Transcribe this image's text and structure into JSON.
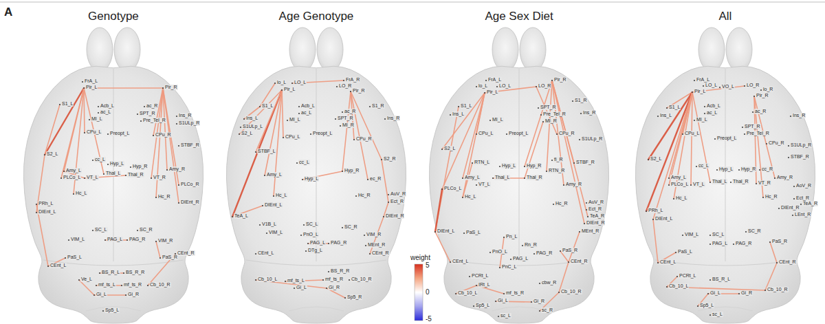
{
  "diagram": {
    "labels": [
      "A",
      "Genotype",
      "Age Genotype",
      "Age Sex Diet",
      "All",
      "FrA_L",
      "Pir_L",
      "Pir_R",
      "S1_L",
      "Acb_L",
      "ac_L",
      "MI_L",
      "ac_R",
      "SPT_R",
      "Pre_Tel_R",
      "Ins_R",
      "S1ULp_R",
      "CPu_L",
      "Preopt_L",
      "CPu_R",
      "S2_L",
      "cc_L",
      "Hyp_L",
      "Hyp_R",
      "Amy_L",
      "PLCo_L",
      "VT_L",
      "Thal_L",
      "Thal_R",
      "VT_R",
      "Amy_R",
      "STBF_R",
      "PLCo_R",
      "Hc_L",
      "Hc_R",
      "DIEnt_R",
      "PRh_L",
      "DIEnt_L",
      "SC_L",
      "SC_R",
      "VIM_L",
      "PAG_L",
      "PAG_R",
      "VIM_R",
      "PaS_L",
      "PaS_R",
      "CEnt_L",
      "CEnt_R",
      "BS_R_L",
      "BS_R_R",
      "Ve_L",
      "mf_ts_L",
      "mf_ts_R",
      "Cb_10_R",
      "Gi_L",
      "Gi_R",
      "Sp5_L",
      "lo_L",
      "LO_L",
      "FrA_R",
      "LO_R",
      "Pir_L",
      "Pir_R",
      "S1_L",
      "Acb_L",
      "ac_L",
      "MI_L",
      "ac_R",
      "SPT_R",
      "MI_R",
      "S1_R",
      "Ins_R",
      "Ins_L",
      "S1ULp_L",
      "S2_L",
      "CPu_L",
      "Preopt_L",
      "CPu_R",
      "STBF_L",
      "cc_L",
      "Hyp_R",
      "S2_R",
      "Amy_L",
      "Hyp_L",
      "ec_R",
      "Hc_L",
      "Hc_R",
      "AuV_R",
      "Ect_R",
      "DIEnt_L",
      "TeA_L",
      "DIEnt_R",
      "V1B_L",
      "SC_L",
      "SC_R",
      "VIM_R",
      "VIM_L",
      "PnO_L",
      "PAG_L",
      "PAG_R",
      "MEnt_R",
      "DTg_L",
      "CEnt_L",
      "CEnt_R",
      "BS_R_R",
      "Cb_10_L",
      "mf_ts_L",
      "mf_ts_R",
      "Cb_10_R",
      "Gi_L",
      "Gi_R",
      "Sp5_R",
      "FrA_L",
      "lo_L",
      "LO_L",
      "Pir_R",
      "LO_R",
      "Pir_L",
      "S1_R",
      "S1_L",
      "SPT_R",
      "Ins_L",
      "Ins_R",
      "Pre_Tel_R",
      "MI_L",
      "MI_R",
      "CPu_L",
      "Preopt_L",
      "CPu_R",
      "S1ULp_R",
      "S2_L",
      "fi_R",
      "RTN_L",
      "STBF_R",
      "Hyp_L",
      "Hyp_R",
      "RTN_R",
      "Amy_L",
      "Thal_L",
      "Thal_R",
      "VT_L",
      "Amy_R",
      "PLCo_L",
      "Hc_L",
      "Hc_R",
      "AuV_R",
      "Ect_R",
      "TeA_R",
      "DIEnt_R",
      "MEnt_R",
      "DIEnt_L",
      "PaS_L",
      "Pn_L",
      "Rn_R",
      "PaS_R",
      "PnO_L",
      "PAG_R",
      "PAG_L",
      "CEnt_L",
      "CEnt_R",
      "PnC_L",
      "PCRt_L",
      "cbw_R",
      "IRt_L",
      "Cb_10_R",
      "Cb_10_L",
      "mf_ts_R",
      "Gi_L",
      "Gi_R",
      "Sp5_L",
      "sc_R",
      "sc_L",
      "FrA_L",
      "LO_L",
      "VO_L",
      "LO_R",
      "lo_R",
      "Pir_L",
      "Pir_R",
      "S1_L",
      "Acb_L",
      "ac_L",
      "ac_R",
      "Ins_L",
      "MI_L",
      "Ins_R",
      "SPT_R",
      "Pre_Tel_R",
      "CPu_L",
      "Preopt_L",
      "CPu_R",
      "S1ULp_R",
      "STBF_R",
      "S2_L",
      "cc_L",
      "Hyp_L",
      "Hyp_R",
      "cc_R",
      "Amy_R",
      "Amy_L",
      "Thal_L",
      "Thal_R",
      "VT_L",
      "PLCo_L",
      "VT_R",
      "AoV_R",
      "Hc_L",
      "Hc_R",
      "Ect_R",
      "DIEnt_R",
      "TeA_R",
      "LEnt_R",
      "PRh_L",
      "DIEnt_L",
      "SC_L",
      "SC_R",
      "VIM_L",
      "PAG_L",
      "PAG_R",
      "PaS_R",
      "PaS_L",
      "CEnt_L",
      "CEnt_R",
      "PCRt_L",
      "BS_R_L",
      "Cb_10_L",
      "Cb_10_R",
      "Gi_L",
      "Gi_R",
      "Sp5_L",
      "sc_L",
      "weight",
      "5",
      "0",
      "-5"
    ]
  }
}
